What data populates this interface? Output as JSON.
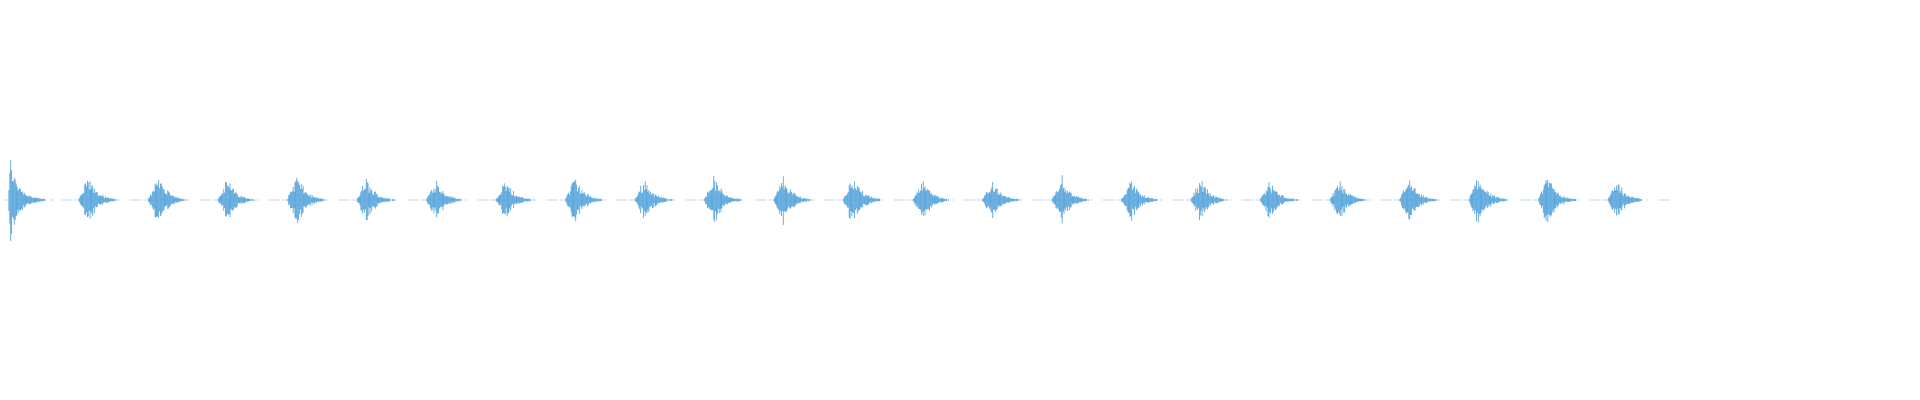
{
  "waveform": {
    "color": "#5aa6dc",
    "background": "#ffffff",
    "burst_count": 24,
    "burst_peak_levels": [
      0.95,
      0.55,
      0.6,
      0.5,
      0.6,
      0.5,
      0.5,
      0.45,
      0.55,
      0.5,
      0.55,
      0.55,
      0.6,
      0.5,
      0.45,
      0.55,
      0.5,
      0.5,
      0.45,
      0.45,
      0.5,
      0.6,
      0.6,
      0.45
    ],
    "has_trailing_silence": true
  }
}
